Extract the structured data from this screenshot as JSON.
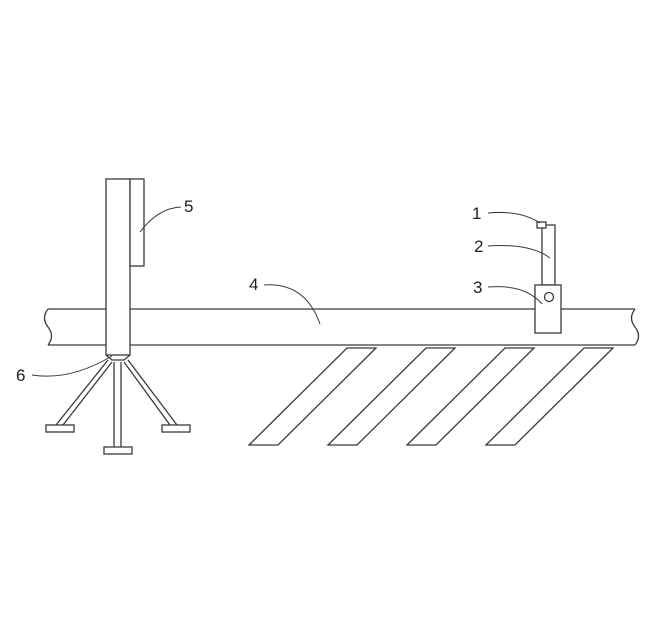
{
  "labels": {
    "part1": "1",
    "part2": "2",
    "part3": "3",
    "part4": "4",
    "part5": "5",
    "part6": "6"
  },
  "colors": {
    "stroke": "#3a3a3a",
    "text": "#222222",
    "background": "#ffffff"
  }
}
